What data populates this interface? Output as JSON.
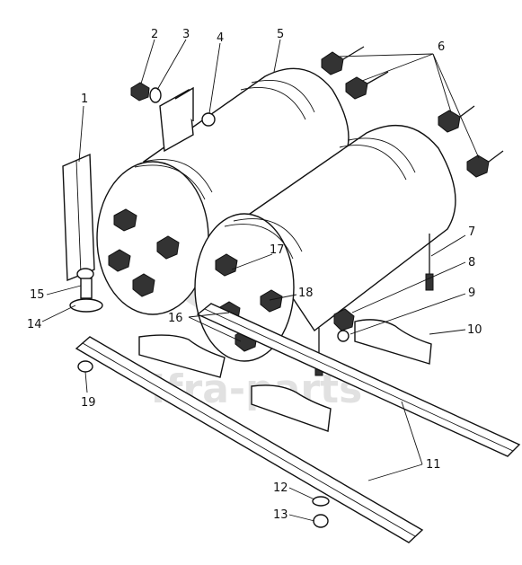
{
  "watermark": {
    "text": "Ifra-parts",
    "color": "#c8c8c8"
  },
  "callouts": [
    {
      "label": "1"
    },
    {
      "label": "2"
    },
    {
      "label": "3"
    },
    {
      "label": "4"
    },
    {
      "label": "5"
    },
    {
      "label": "6"
    },
    {
      "label": "7"
    },
    {
      "label": "8"
    },
    {
      "label": "9"
    },
    {
      "label": "10"
    },
    {
      "label": "11"
    },
    {
      "label": "12"
    },
    {
      "label": "13"
    },
    {
      "label": "14"
    },
    {
      "label": "15"
    },
    {
      "label": "16"
    },
    {
      "label": "17"
    },
    {
      "label": "18"
    },
    {
      "label": "19"
    }
  ],
  "colors": {
    "ink": "#111111",
    "paper": "#ffffff"
  }
}
